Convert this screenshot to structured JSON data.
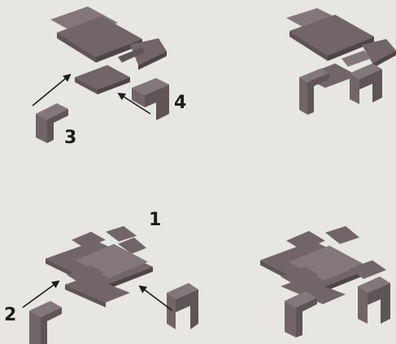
{
  "labels": {
    "step_1": "1",
    "step_2": "2",
    "step_3": "3",
    "step_4": "4"
  },
  "colors": {
    "background": "#e7e6e3",
    "part_top": "#716567",
    "part_side": "#5f5456",
    "part_dark": "#4f4547",
    "part_light": "#83777a",
    "arrow": "#1c1c1c"
  }
}
